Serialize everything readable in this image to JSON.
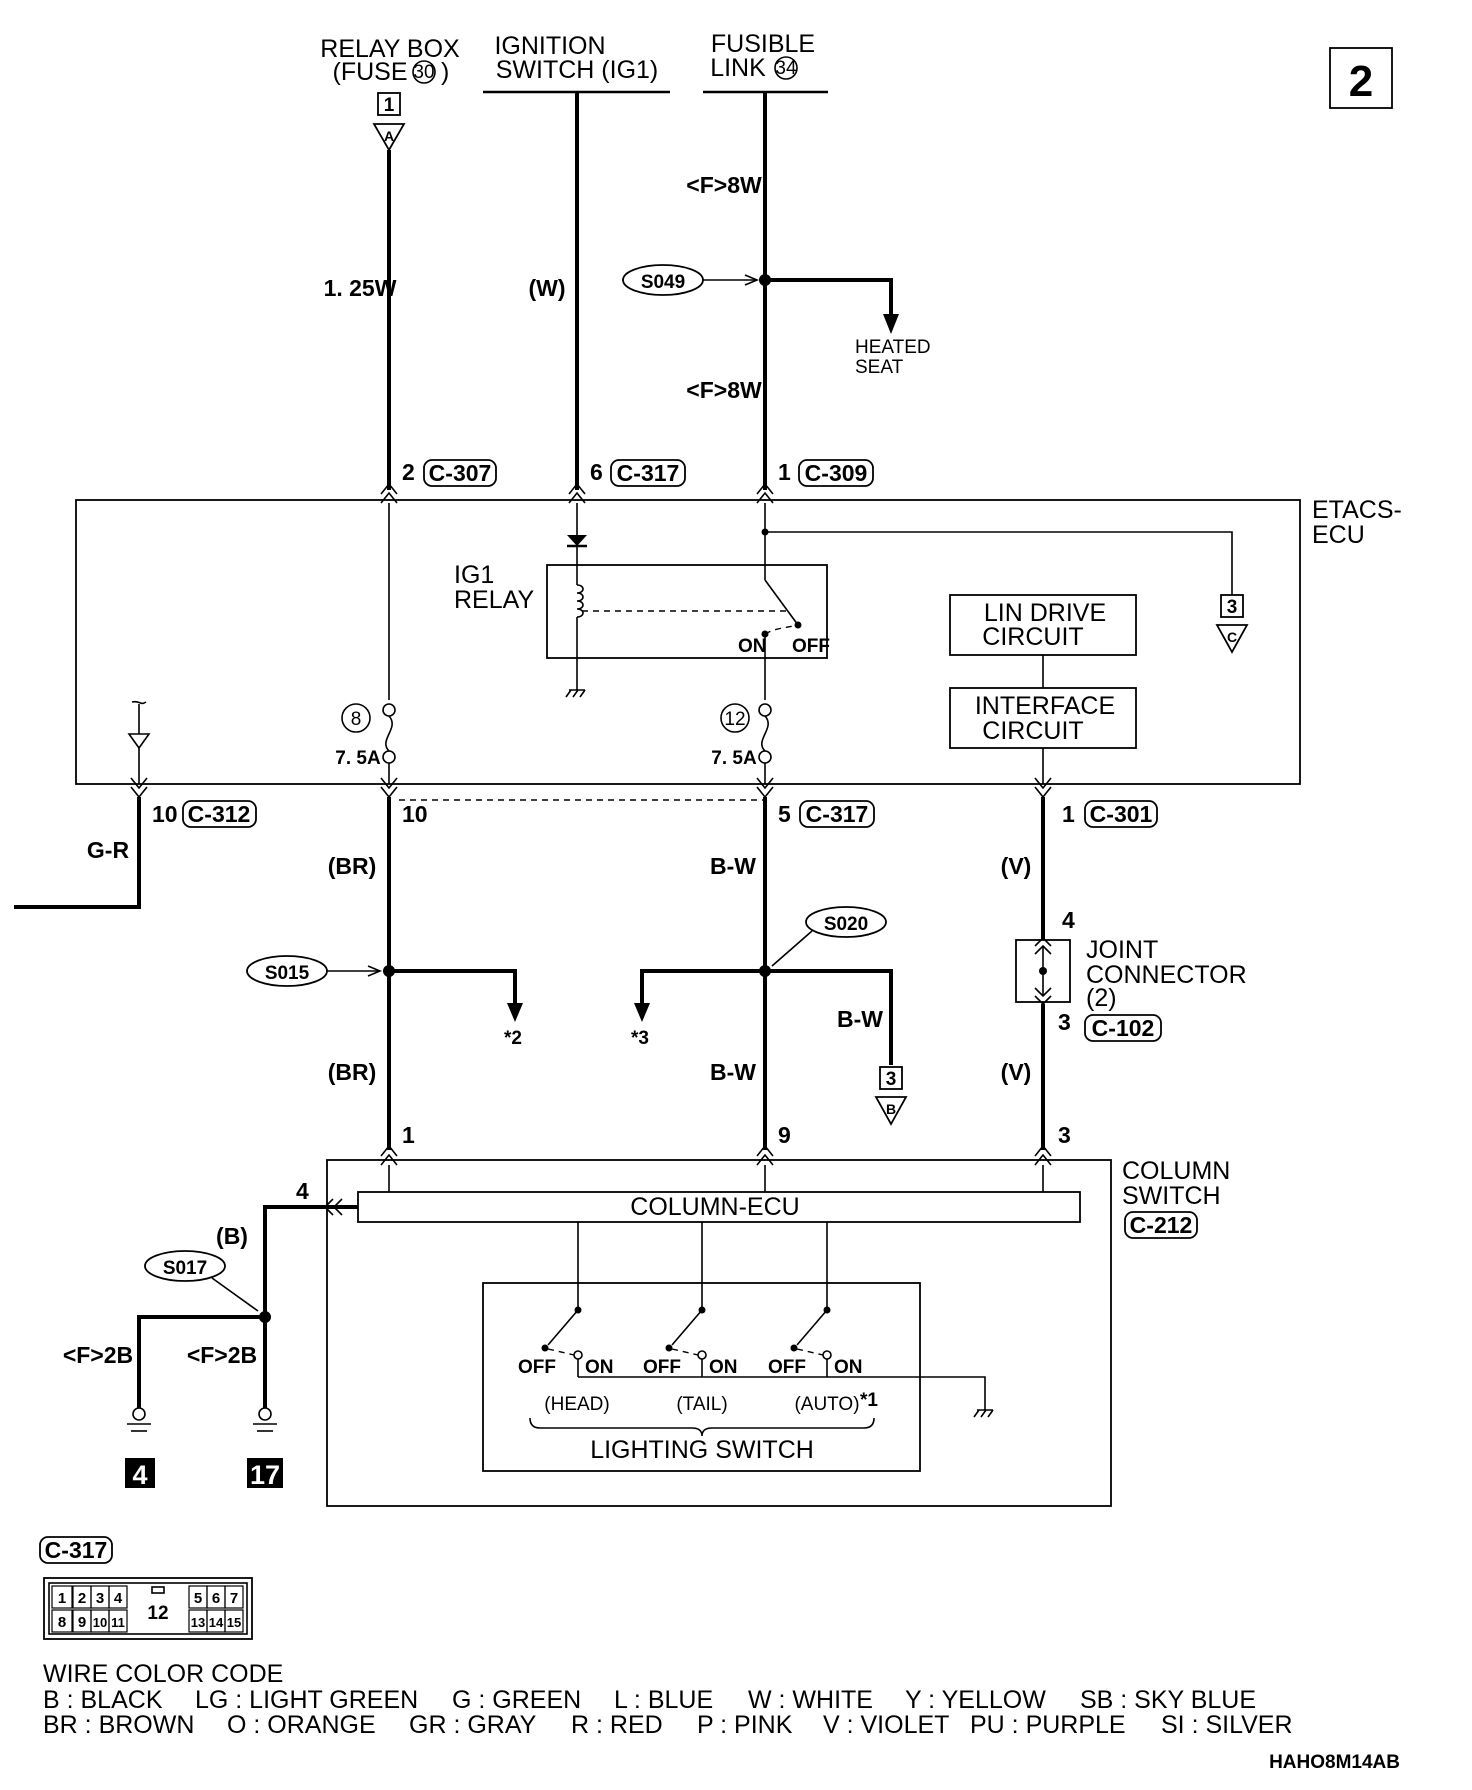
{
  "page_number": "2",
  "diagram_code": "HAHO8M14AB",
  "sources": {
    "relay_box_l1": "RELAY BOX",
    "relay_box_l2": "(FUSE",
    "relay_box_fuse": "30",
    "relay_box_close": ")",
    "relay_box_conn_num": "1",
    "relay_box_conn_letter": "A",
    "ign_l1": "IGNITION",
    "ign_l2": "SWITCH (IG1)",
    "fusible_l1": "FUSIBLE",
    "fusible_l2": "LINK",
    "fusible_num": "34"
  },
  "wires": {
    "w_1_25w": "1. 25W",
    "w_w": "(W)",
    "w_f8w_top": "<F>8W",
    "w_f8w_mid": "<F>8W",
    "w_gr": "G-R",
    "w_br_1": "(BR)",
    "w_br_2": "(BR)",
    "w_bw_1": "B-W",
    "w_bw_2": "B-W",
    "w_bw_3": "B-W",
    "w_v_1": "(V)",
    "w_v_2": "(V)",
    "w_b": "(B)",
    "w_f2b_1": "<F>2B",
    "w_f2b_2": "<F>2B"
  },
  "splices": {
    "s049": "S049",
    "s015": "S015",
    "s020": "S020",
    "s017": "S017"
  },
  "heated_seat_l1": "HEATED",
  "heated_seat_l2": "SEAT",
  "connectors": {
    "c307_pin": "2",
    "c307": "C-307",
    "c317_pin6": "6",
    "c317_a": "C-317",
    "c309_pin": "1",
    "c309": "C-309",
    "c312_pin": "10",
    "c312": "C-312",
    "pin10": "10",
    "c317_pin5": "5",
    "c317_b": "C-317",
    "c301_pin": "1",
    "c301": "C-301",
    "jc_pin4": "4",
    "jc_pin3": "3",
    "c102": "C-102",
    "col_pin1": "1",
    "col_pin9": "9",
    "col_pin3": "3",
    "col_pin4": "4",
    "c212": "C-212"
  },
  "etacs": {
    "label_l1": "ETACS-",
    "label_l2": "ECU",
    "ig1_relay_l1": "IG1",
    "ig1_relay_l2": "RELAY",
    "on": "ON",
    "off": "OFF",
    "lin_l1": "LIN DRIVE",
    "lin_l2": "CIRCUIT",
    "iface_l1": "INTERFACE",
    "iface_l2": "CIRCUIT",
    "fuse8_num": "8",
    "fuse8_amp": "7. 5A",
    "fuse12_num": "12",
    "fuse12_amp": "7. 5A",
    "ref3c_num": "3",
    "ref3c_letter": "C"
  },
  "joint_connector_l1": "JOINT",
  "joint_connector_l2": "CONNECTOR",
  "joint_connector_l3": "(2)",
  "ref3b_num": "3",
  "ref3b_letter": "B",
  "note2": "*2",
  "note3": "*3",
  "column_switch": {
    "label_l1": "COLUMN",
    "label_l2": "SWITCH",
    "ecu": "COLUMN-ECU",
    "sw_off_1": "OFF",
    "sw_on_1": "ON",
    "sw_off_2": "OFF",
    "sw_on_2": "ON",
    "sw_off_3": "OFF",
    "sw_on_3": "ON",
    "head": "(HEAD)",
    "tail": "(TAIL)",
    "auto": "(AUTO)",
    "note1": "*1",
    "lighting_switch": "LIGHTING SWITCH"
  },
  "grounds": {
    "g4": "4",
    "g17": "17"
  },
  "c317_diagram": {
    "title": "C-317",
    "top_pins": [
      "1",
      "2",
      "3",
      "4",
      "5",
      "6",
      "7"
    ],
    "bottom_pins": [
      "8",
      "9",
      "10",
      "11",
      "13",
      "14",
      "15"
    ],
    "center_pin": "12"
  },
  "wire_color_code": {
    "title": "WIRE COLOR CODE",
    "row1": [
      "B : BLACK",
      "LG : LIGHT GREEN",
      "G : GREEN",
      "L : BLUE",
      "W : WHITE",
      "Y : YELLOW",
      "SB : SKY BLUE"
    ],
    "row2": [
      "BR : BROWN",
      "O : ORANGE",
      "GR : GRAY",
      "R : RED",
      "P : PINK",
      "V : VIOLET",
      "PU : PURPLE",
      "SI : SILVER"
    ]
  }
}
